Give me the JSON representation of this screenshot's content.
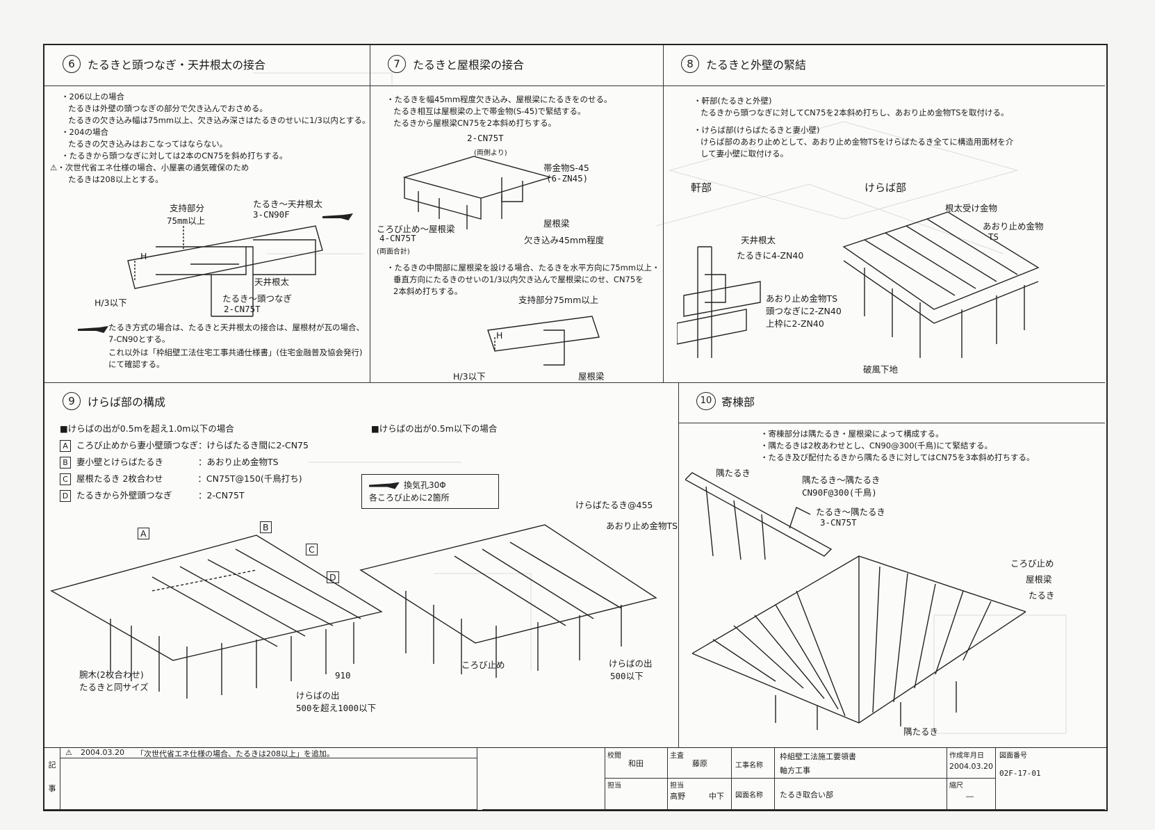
{
  "s6": {
    "num": "6",
    "title": "たるきと頭つなぎ・天井根太の接合",
    "lines": [
      "・206以上の場合",
      "たるきは外壁の頭つなぎの部分で欠き込んでおさめる。",
      "たるきの欠き込み幅は75mm以上、欠き込み深さはたるきのせいに1/3以内とする。",
      "・204の場合",
      "たるきの欠き込みはおこなってはならない。",
      "・たるきから頭つなぎに対しては2本のCN75を斜め打ちする。",
      "⚠・次世代省エネ仕様の場合、小屋裏の通気確保のため",
      "たるきは208以上とする。"
    ],
    "labels": {
      "support": "支持部分",
      "support2": "75mm以上",
      "rafter_joist": "たるき〜天井根太",
      "rafter_joist2": "3-CN90F",
      "h": "H",
      "ceiling_joist": "天井根太",
      "top_plate": "たるき〜頭つなぎ",
      "top_plate2": "2-CN75T",
      "h3": "H/3以下"
    },
    "note": [
      "たるき方式の場合は、たるきと天井根太の接合は、屋根材が瓦の場合、",
      "7-CN90とする。",
      "これ以外は「枠組壁工法住宅工事共通仕様書」(住宅金融普及協会発行)",
      "にて確認する。"
    ]
  },
  "s7": {
    "num": "7",
    "title": "たるきと屋根梁の接合",
    "lines": [
      "・たるきを幅45mm程度欠き込み、屋根梁にたるきをのせる。",
      "たるき相互は屋根梁の上で帯金物(S-45)で緊結する。",
      "たるきから屋根梁CN75を2本斜め打ちする。"
    ],
    "labels": {
      "cn75t": "2-CN75T",
      "both": "(両側より)",
      "strap": "帯金物S-45",
      "strap2": "(6-ZN45)",
      "block": "ころび止め〜屋根梁",
      "block2": "4-CN75T",
      "block3": "(両面合計)",
      "beam": "屋根梁",
      "notch": "欠き込み45mm程度"
    },
    "lines2": [
      "・たるきの中間部に屋根梁を設ける場合、たるきを水平方向に75mm以上・",
      "垂直方向にたるきのせいの1/3以内欠き込んで屋根梁にのせ、CN75を",
      "2本斜め打ちする。"
    ],
    "labels2": {
      "support": "支持部分75mm以上",
      "h": "H",
      "h3": "H/3以下",
      "beam": "屋根梁"
    }
  },
  "s8": {
    "num": "8",
    "title": "たるきと外壁の緊結",
    "lines": [
      "・軒部(たるきと外壁)",
      "たるきから頭つなぎに対してCN75を2本斜め打ちし、あおり止め金物TSを取付ける。",
      "・けらば部(けらばたるきと妻小壁)",
      "けらば部のあおり止めとして、あおり止め金物TSをけらばたるき全てに構造用面材を介",
      "して妻小壁に取付ける。"
    ],
    "eave": "軒部",
    "verge": "けらば部",
    "labels": {
      "ceiling": "天井根太",
      "zn40": "たるきに4-ZN40",
      "ts": "あおり止め金物TS",
      "ts2": "頭つなぎに2-ZN40",
      "ts3": "上枠に2-ZN40",
      "hanger": "根太受け金物",
      "ts_r": "あおり止め金物",
      "ts_r2": "TS",
      "barge": "破風下地"
    }
  },
  "s9": {
    "num": "9",
    "title": "けらば部の構成",
    "case1": "■けらばの出が0.5mを超え1.0m以下の場合",
    "legend": [
      {
        "key": "A",
        "text": "ころび止めから妻小壁頭つなぎ：けらばたるき間に2-CN75"
      },
      {
        "key": "B",
        "text": "妻小壁とけらばたるき　　　　：あおり止め金物TS"
      },
      {
        "key": "C",
        "text": "屋根たるき 2枚合わせ　　　　：CN75T@150(千鳥打ち)"
      },
      {
        "key": "D",
        "text": "たるきから外壁頭つなぎ　　　：2-CN75T"
      }
    ],
    "tags": [
      "A",
      "B",
      "C",
      "D"
    ],
    "arm": "腕木(2枚合わせ)",
    "arm2": "たるきと同サイズ",
    "dim910": "910",
    "overhang1": "けらばの出",
    "overhang1b": "500を超え1000以下",
    "case2": "■けらばの出が0.5m以下の場合",
    "vent": "換気孔30Φ",
    "vent2": "各ころび止めに2箇所",
    "verge_rafter": "けらばたるき@455",
    "ts": "あおり止め金物TS",
    "block": "ころび止め",
    "overhang2": "けらばの出",
    "overhang2b": "500以下"
  },
  "s10": {
    "num": "10",
    "title": "寄棟部",
    "lines": [
      "・寄棟部分は隅たるき・屋根梁によって構成する。",
      "・隅たるきは2枚あわせとし、CN90@300(千鳥)にて緊結する。",
      "・たるき及び配付たるきから隅たるきに対してはCN75を3本斜め打ちする。"
    ],
    "labels": {
      "hip": "隅たるき",
      "hip_hip": "隅たるき〜隅たるき",
      "hip_hip2": "CN90F@300(千鳥)",
      "raf_hip": "たるき〜隅たるき",
      "raf_hip2": "3-CN75T",
      "block": "ころび止め",
      "beam": "屋根梁",
      "rafter": "たるき",
      "hip_bottom": "隅たるき"
    }
  },
  "titleblock": {
    "kiji": "記",
    "kiji2": "事",
    "rev_date": "2004.03.20",
    "rev_note": "「次世代省エネ仕様の場合、たるきは208以上」を追加。",
    "check": "校閲",
    "check_name": "和田",
    "main": "主査",
    "main_name": "藤原",
    "tantou": "担当",
    "tantou2": "担当",
    "tantou_name": "高野",
    "tantou_name2": "中下",
    "project_label": "工事名称",
    "project": "枠組壁工法施工要領書",
    "project2": "軸方工事",
    "drawing_label": "図面名称",
    "drawing": "たるき取合い部",
    "date_label": "作成年月日",
    "date": "2004.03.20",
    "scale_label": "縮尺",
    "scale": "―",
    "no_label": "図面番号",
    "no": "02F-17-01"
  }
}
